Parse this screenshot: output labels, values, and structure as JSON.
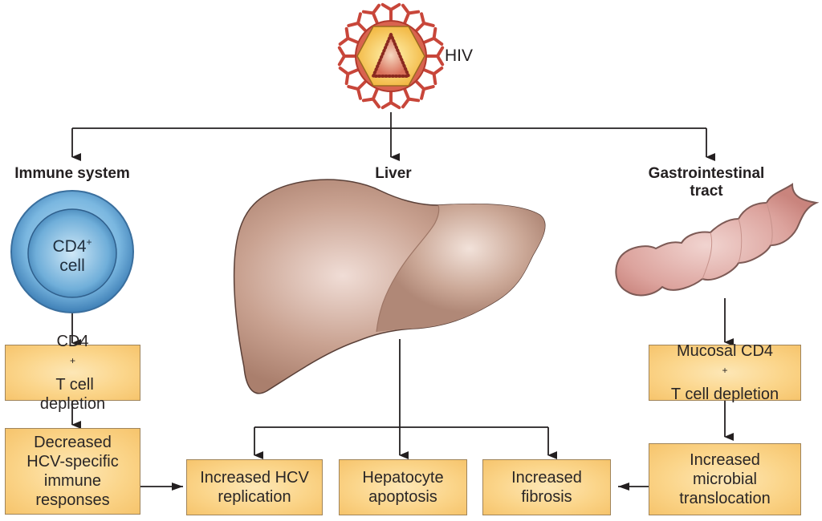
{
  "virus": {
    "label": "HIV",
    "icon": "hiv-virus-icon"
  },
  "branches": {
    "immune": {
      "heading": "Immune system",
      "icon": "cd4-cell-icon",
      "cell_label_line1": "CD4",
      "cell_label_sup": "+",
      "cell_label_line2": "cell"
    },
    "liver": {
      "heading": "Liver",
      "icon": "liver-icon"
    },
    "gi": {
      "heading_line1": "Gastrointestinal",
      "heading_line2": "tract",
      "icon": "intestine-icon"
    }
  },
  "boxes": {
    "cd4_depletion": {
      "line1_pre": "CD4",
      "line1_sup": "+",
      "line1_post": " T cell",
      "line2": "depletion"
    },
    "decreased_immune": {
      "lines": [
        "Decreased",
        "HCV-specific",
        "immune",
        "responses"
      ]
    },
    "increased_hcv": {
      "lines": [
        "Increased HCV",
        "replication"
      ]
    },
    "hepatocyte": {
      "lines": [
        "Hepatocyte",
        "apoptosis"
      ]
    },
    "fibrosis": {
      "lines": [
        "Increased",
        "fibrosis"
      ]
    },
    "mucosal": {
      "line1_pre": "Mucosal CD4",
      "line1_sup": "+",
      "line2": "T cell depletion"
    },
    "microbial": {
      "lines": [
        "Increased",
        "microbial",
        "translocation"
      ]
    }
  },
  "colors": {
    "box_fill": "#fbd58a",
    "virus_red": "#c8463a",
    "cell_blue": "#4a90c8",
    "liver_brown": "#b88c7c",
    "gut_pink": "#d9a09a",
    "line": "#231f20"
  }
}
